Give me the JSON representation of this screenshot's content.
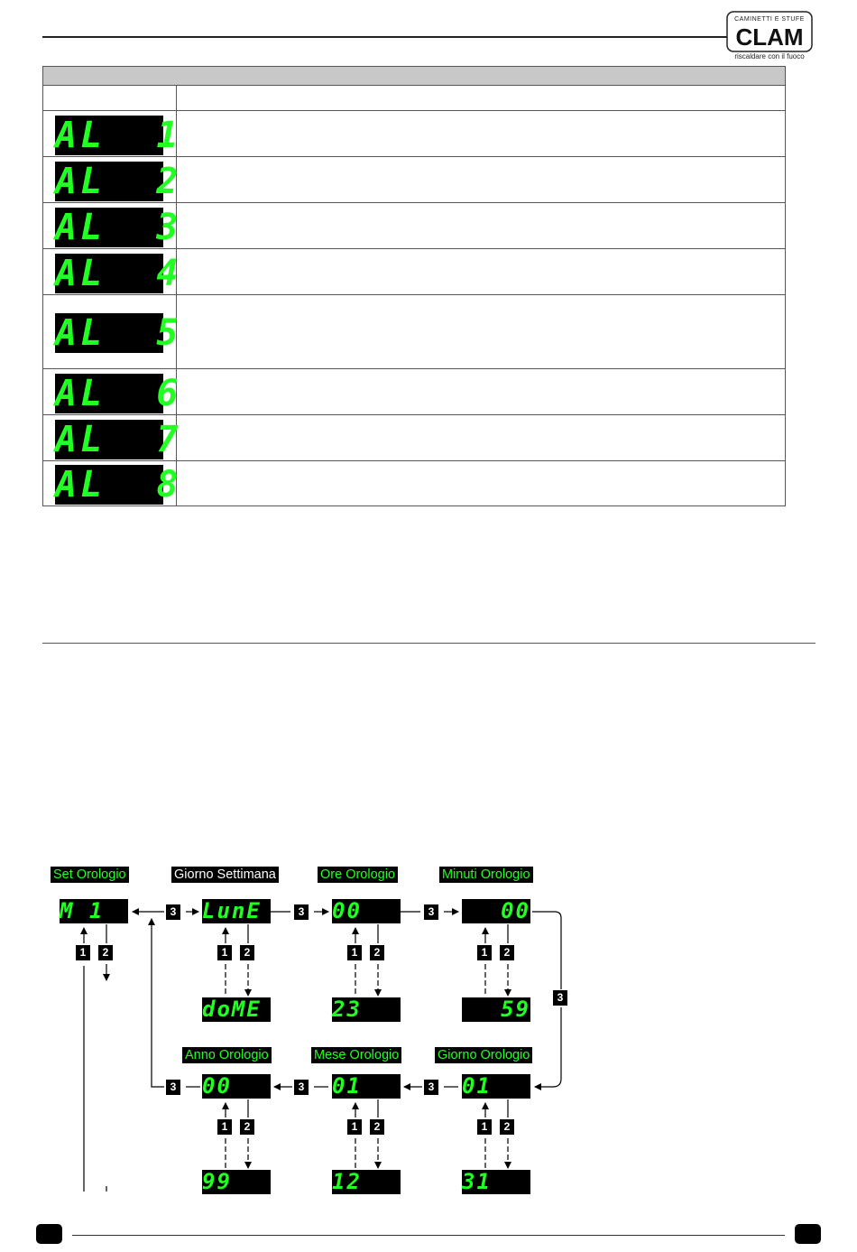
{
  "logo": {
    "tagline_top": "CAMINETTI E STUFE",
    "brand": "CLAM",
    "tagline_bottom": "riscaldare con il fuoco"
  },
  "alarms": [
    {
      "code": "AL  1"
    },
    {
      "code": "AL  2"
    },
    {
      "code": "AL  3"
    },
    {
      "code": "AL  4"
    },
    {
      "code": "AL  5"
    },
    {
      "code": "AL  6"
    },
    {
      "code": "AL  7"
    },
    {
      "code": "AL  8"
    }
  ],
  "clock_menu": {
    "labels": {
      "set": "Set Orologio",
      "weekday": "Giorno Settimana",
      "hours": "Ore Orologio",
      "minutes": "Minuti Orologio",
      "year": "Anno Orologio",
      "month": "Mese Orologio",
      "day": "Giorno Orologio"
    },
    "displays": {
      "set": "M 1",
      "weekday_top": "LunE",
      "weekday_bottom": "doME",
      "hours_top": "00",
      "hours_bottom": "23",
      "minutes_top": "00",
      "minutes_bottom": "59",
      "year_top": "00",
      "year_bottom": "99",
      "month_top": "01",
      "month_bottom": "12",
      "day_top": "01",
      "day_bottom": "31"
    },
    "keys": {
      "up": "1",
      "down": "2",
      "next": "3"
    }
  },
  "colors": {
    "display_bg": "#000000",
    "display_text": "#22ff22",
    "header_bg": "#c8c8c8"
  }
}
